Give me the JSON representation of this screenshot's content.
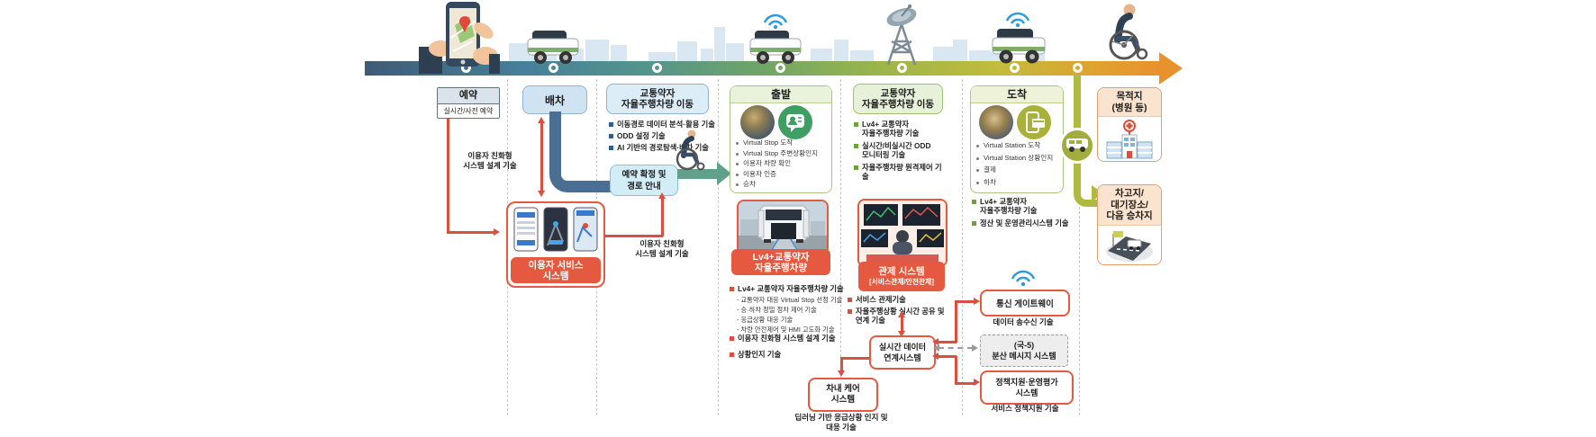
{
  "colors": {
    "accent_red": "#d9503f",
    "label_red": "#e4593f",
    "connector_blue": "#4b6f93",
    "arrow_green": "#61a18c",
    "route_olive": "#b0ba3e",
    "timeline_orange": "#e8922e",
    "wifi_blue": "#2f9ce0"
  },
  "stages": {
    "reservation": {
      "title": "예약",
      "body": "실시간/사전 예약"
    },
    "dispatch": {
      "title": "배차"
    },
    "move1": {
      "title": "교통약자\n자율주행차량 이동",
      "bullets": [
        "이동경로 데이터 분석·활용 기술",
        "ODD 설정 기술",
        "AI 기반의 경로탐색·배차 기술"
      ],
      "confirm": "예약 확정 및\n경로 안내"
    },
    "departure": {
      "title": "출발",
      "bullets": [
        "Virtual Stop 도착",
        "Virtual Stop 주변상황인지",
        "이용자 차량 확인",
        "이용자 인증",
        "승차"
      ]
    },
    "move2": {
      "title": "교통약자\n자율주행차량 이동",
      "bullets": [
        "Lv4+ 교통약자\n자율주행차량 기술",
        "실시간/비실시간 ODD\n모니터링 기술",
        "자율주행차량 원격제어 기술"
      ]
    },
    "arrival": {
      "title": "도착",
      "bullets": [
        "Virtual Station 도착",
        "Virtual Station 상황인지",
        "결제",
        "하차"
      ],
      "notes": [
        "Lv4+ 교통약자\n자율주행차량 기술",
        "정산 및 운영관리시스템 기술"
      ]
    },
    "destination": {
      "title": "목적지\n(병원 등)"
    },
    "depot": {
      "title": "차고지/\n대기장소/\n다음 승차지"
    }
  },
  "systems": {
    "user_service": {
      "label": "이용자 서비스\n시스템"
    },
    "vehicle": {
      "label": "Lv4+교통약자\n자율주행차량",
      "b1": "Lv4+ 교통약자 자율주행차량 기술",
      "b1_subs": [
        "- 교통약자 대응 Virtual Stop 선정 기술",
        "- 승·하차 정밀 정차 제어 기술",
        "- 응급상황 대응 기술",
        "- 차량 안전제어 및 HMI 고도화 기술"
      ],
      "b2": "이용자 친화형 시스템 설계 기술",
      "b3": "상황인지 기술"
    },
    "control": {
      "label": "관제 시스템",
      "sublabel": "[서비스관제/안전관제]",
      "bullets": [
        "서비스 관제기술",
        "자율주행상황 실시간 공유 및\n연계 기술"
      ]
    },
    "realtime": {
      "label": "실시간 데이터\n연계시스템"
    },
    "incar": {
      "label": "차내 케어\n시스템",
      "note": "딥러닝 기반 응급상황 인지 및\n대응 기술"
    },
    "gateway": {
      "label": "통신 게이트웨이",
      "note": "데이터 송수신 기술"
    },
    "message": {
      "label": "(국-5)\n분산 메시지 시스템"
    },
    "policy": {
      "label": "정책지원·운영평가\n시스템",
      "note": "서비스 정책지원 기술"
    }
  },
  "notes": {
    "user_friendly_left": "이용자 친화형\n시스템 설계 기술",
    "user_friendly_mid": "이용자 친화형\n시스템 설계 기술"
  }
}
